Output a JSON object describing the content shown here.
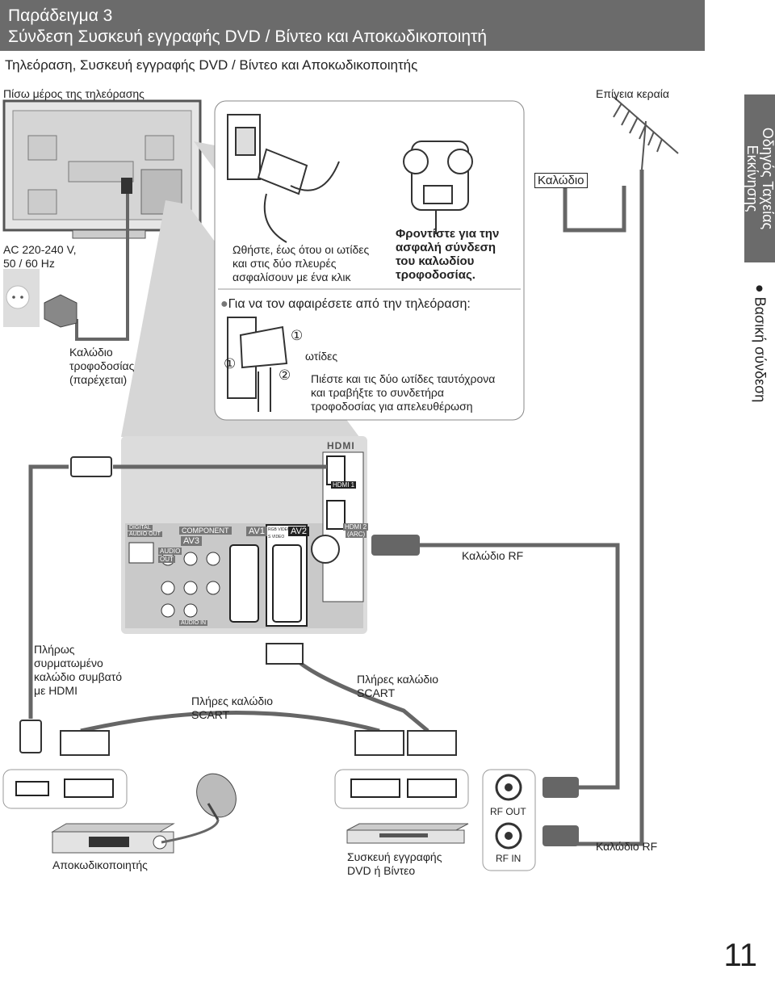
{
  "header": {
    "line1": "Παράδειγμα 3",
    "line2": "Σύνδεση Συσκευή εγγραφής DVD / Βίντεο και Αποκωδικοποιητή"
  },
  "subtitle": "Τηλεόραση, Συσκευή εγγραφής DVD / Βίντεο και Αποκωδικοποιητής",
  "labels": {
    "tv_back": "Πίσω μέρος της τηλεόρασης",
    "antenna": "Επίγεια κεραία",
    "cable": "Καλώδιο",
    "ac_line1": "AC 220-240 V,",
    "ac_line2": "50 / 60 Hz",
    "power_cable_1": "Καλώδιο",
    "power_cable_2": "τροφοδοσίας",
    "power_cable_3": "(παρέχεται)",
    "push_1": "Ωθήστε, έως ότου οι ωτίδες",
    "push_2": "και στις δύο πλευρές",
    "push_3": "ασφαλίσουν με ένα κλικ",
    "secure_1": "Φροντίστε για την",
    "secure_2": "ασφαλή σύνδεση",
    "secure_3": "του καλωδίου",
    "secure_4": "τροφοδοσίας.",
    "remove": "Για να τον αφαιρέσετε από την τηλεόραση:",
    "tabs": "ωτίδες",
    "num1": "①",
    "num2": "②",
    "press_1": "Πιέστε και τις δύο ωτίδες ταυτόχρονα",
    "press_2": "και τραβήξτε το συνδετήρα",
    "press_3": "τροφοδοσίας για απελευθέρωση",
    "rf_cable_top": "Καλώδιο RF",
    "hdmi_cable_1": "Πλήρως",
    "hdmi_cable_2": "συρματωμένο",
    "hdmi_cable_3": "καλώδιο συμβατό",
    "hdmi_cable_4": "με HDMI",
    "scart_left_1": "Πλήρες καλώδιο",
    "scart_left_2": "SCART",
    "scart_right_1": "Πλήρες καλώδιο",
    "scart_right_2": "SCART",
    "decoder": "Αποκωδικοποιητής",
    "recorder_1": "Συσκευή εγγραφής",
    "recorder_2": "DVD ή Βίντεο",
    "rf_out": "RF OUT",
    "rf_in": "RF IN",
    "rf_cable_bottom": "Καλώδιο RF"
  },
  "panel": {
    "hdmi_logo": "HDMI",
    "hdmi1": "HDMI 1",
    "hdmi2": "HDMI 2",
    "arc": "(ARC)",
    "digital_audio_1": "DIGITAL",
    "digital_audio_2": "AUDIO OUT",
    "audio_out_1": "AUDIO",
    "audio_out_2": "OUT",
    "component": "COMPONENT",
    "av3": "AV3",
    "av1": "AV1",
    "av2": "AV2",
    "rgb_video": "RGB VIDEO",
    "svideo": "S VIDEO",
    "audio_in": "AUDIO IN"
  },
  "side_tab": {
    "line1": "Οδηγός Ταχείας",
    "line2": "Εκκίνησης",
    "section": "● Βασική σύνδεση"
  },
  "page_number": "11"
}
